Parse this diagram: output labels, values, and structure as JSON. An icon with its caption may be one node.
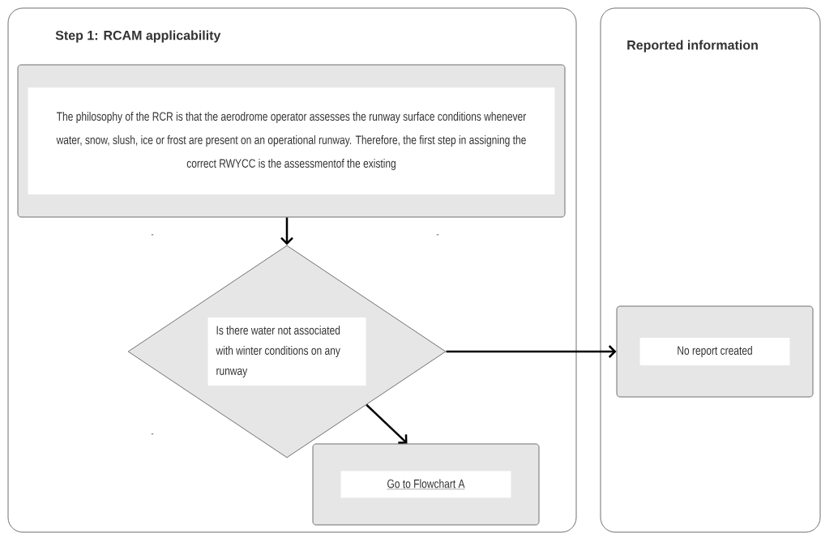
{
  "diagram": {
    "nodes": [
      {
        "text": [
          "Step 1: RCAM applicability"
        ]
      },
      {
        "text": [
          "The philosophy of the RCR is that the aerodrome operator assesses the runway surface conditions whenever water, snow, slush, ice or frost are present on an operational runway. Therefore, the first step in assigning the correct RWYCC is the assessmentof the existing"
        ],
        "in": 0
      },
      {
        "text": [
          "Is there water not associated with winter conditions on any runway"
        ],
        "in": 0
      },
      {
        "text": [
          "Go to Flowchart A"
        ],
        "in": 0
      },
      {
        "text": [
          "Reported information"
        ]
      },
      {
        "text": [
          "No report created"
        ],
        "in": 4
      }
    ],
    "edges": [
      {
        "from": 1,
        "to": 2,
        "arrow": "to"
      },
      {
        "from": 2,
        "to": 5,
        "arrow": "to"
      },
      {
        "from": 2,
        "to": 3,
        "arrow": "to"
      }
    ],
    "labels": [
      "-",
      "-",
      "-"
    ]
  }
}
